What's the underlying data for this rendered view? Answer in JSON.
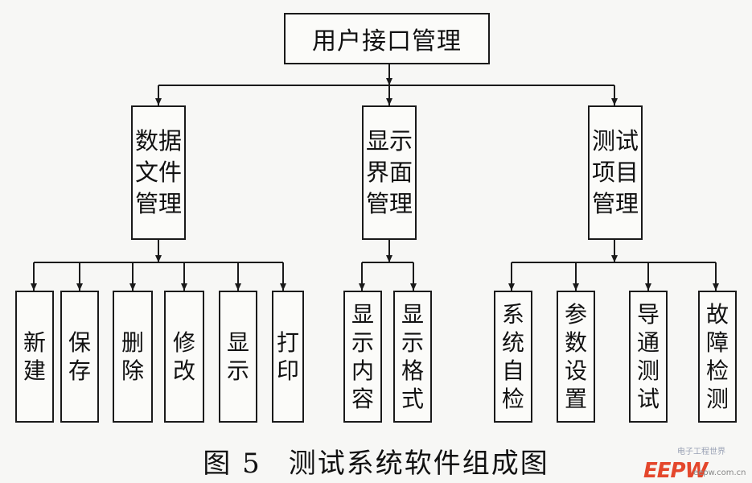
{
  "root": {
    "label": "用户接口管理"
  },
  "modules": [
    {
      "label": "数据文件管理",
      "children": [
        "新建",
        "保存",
        "删除",
        "修改",
        "显示",
        "打印"
      ]
    },
    {
      "label": "显示界面管理",
      "children": [
        "显示内容",
        "显示格式"
      ]
    },
    {
      "label": "测试项目管理",
      "children": [
        "系统自检",
        "参数设置",
        "导通测试",
        "故障检测"
      ]
    }
  ],
  "caption": {
    "figure_number": "图 5",
    "title": "测试系统软件组成图"
  },
  "watermark": {
    "line1": "电子工程世界",
    "brand": "EEPW",
    "url": "eepw.com.cn"
  }
}
